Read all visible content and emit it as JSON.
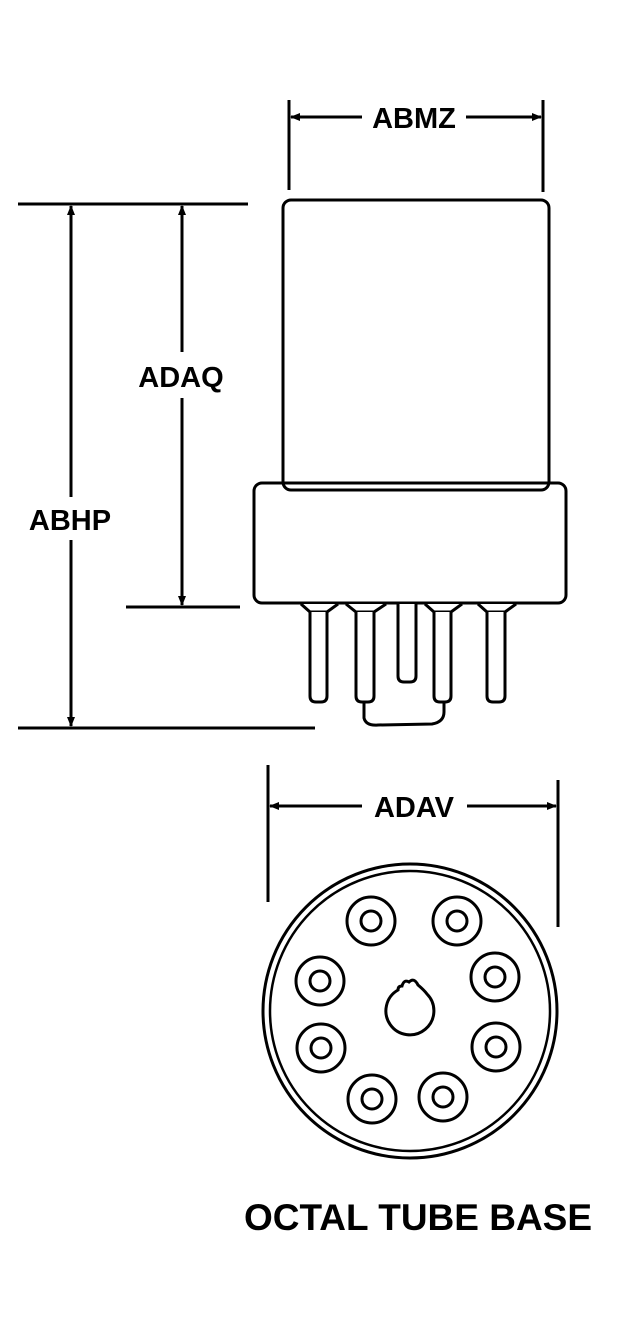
{
  "diagram": {
    "title": "OCTAL TUBE BASE",
    "colors": {
      "line": "#000000",
      "background": "#ffffff"
    },
    "dimensions": {
      "top_width": "ABMZ",
      "overall_height": "ABHP",
      "body_height": "ADAQ",
      "base_diameter": "ADAV"
    },
    "side_view": {
      "pin_count_visible": 5,
      "has_center_key": true
    },
    "bottom_view": {
      "pin_count": 8,
      "center_key": true
    }
  }
}
